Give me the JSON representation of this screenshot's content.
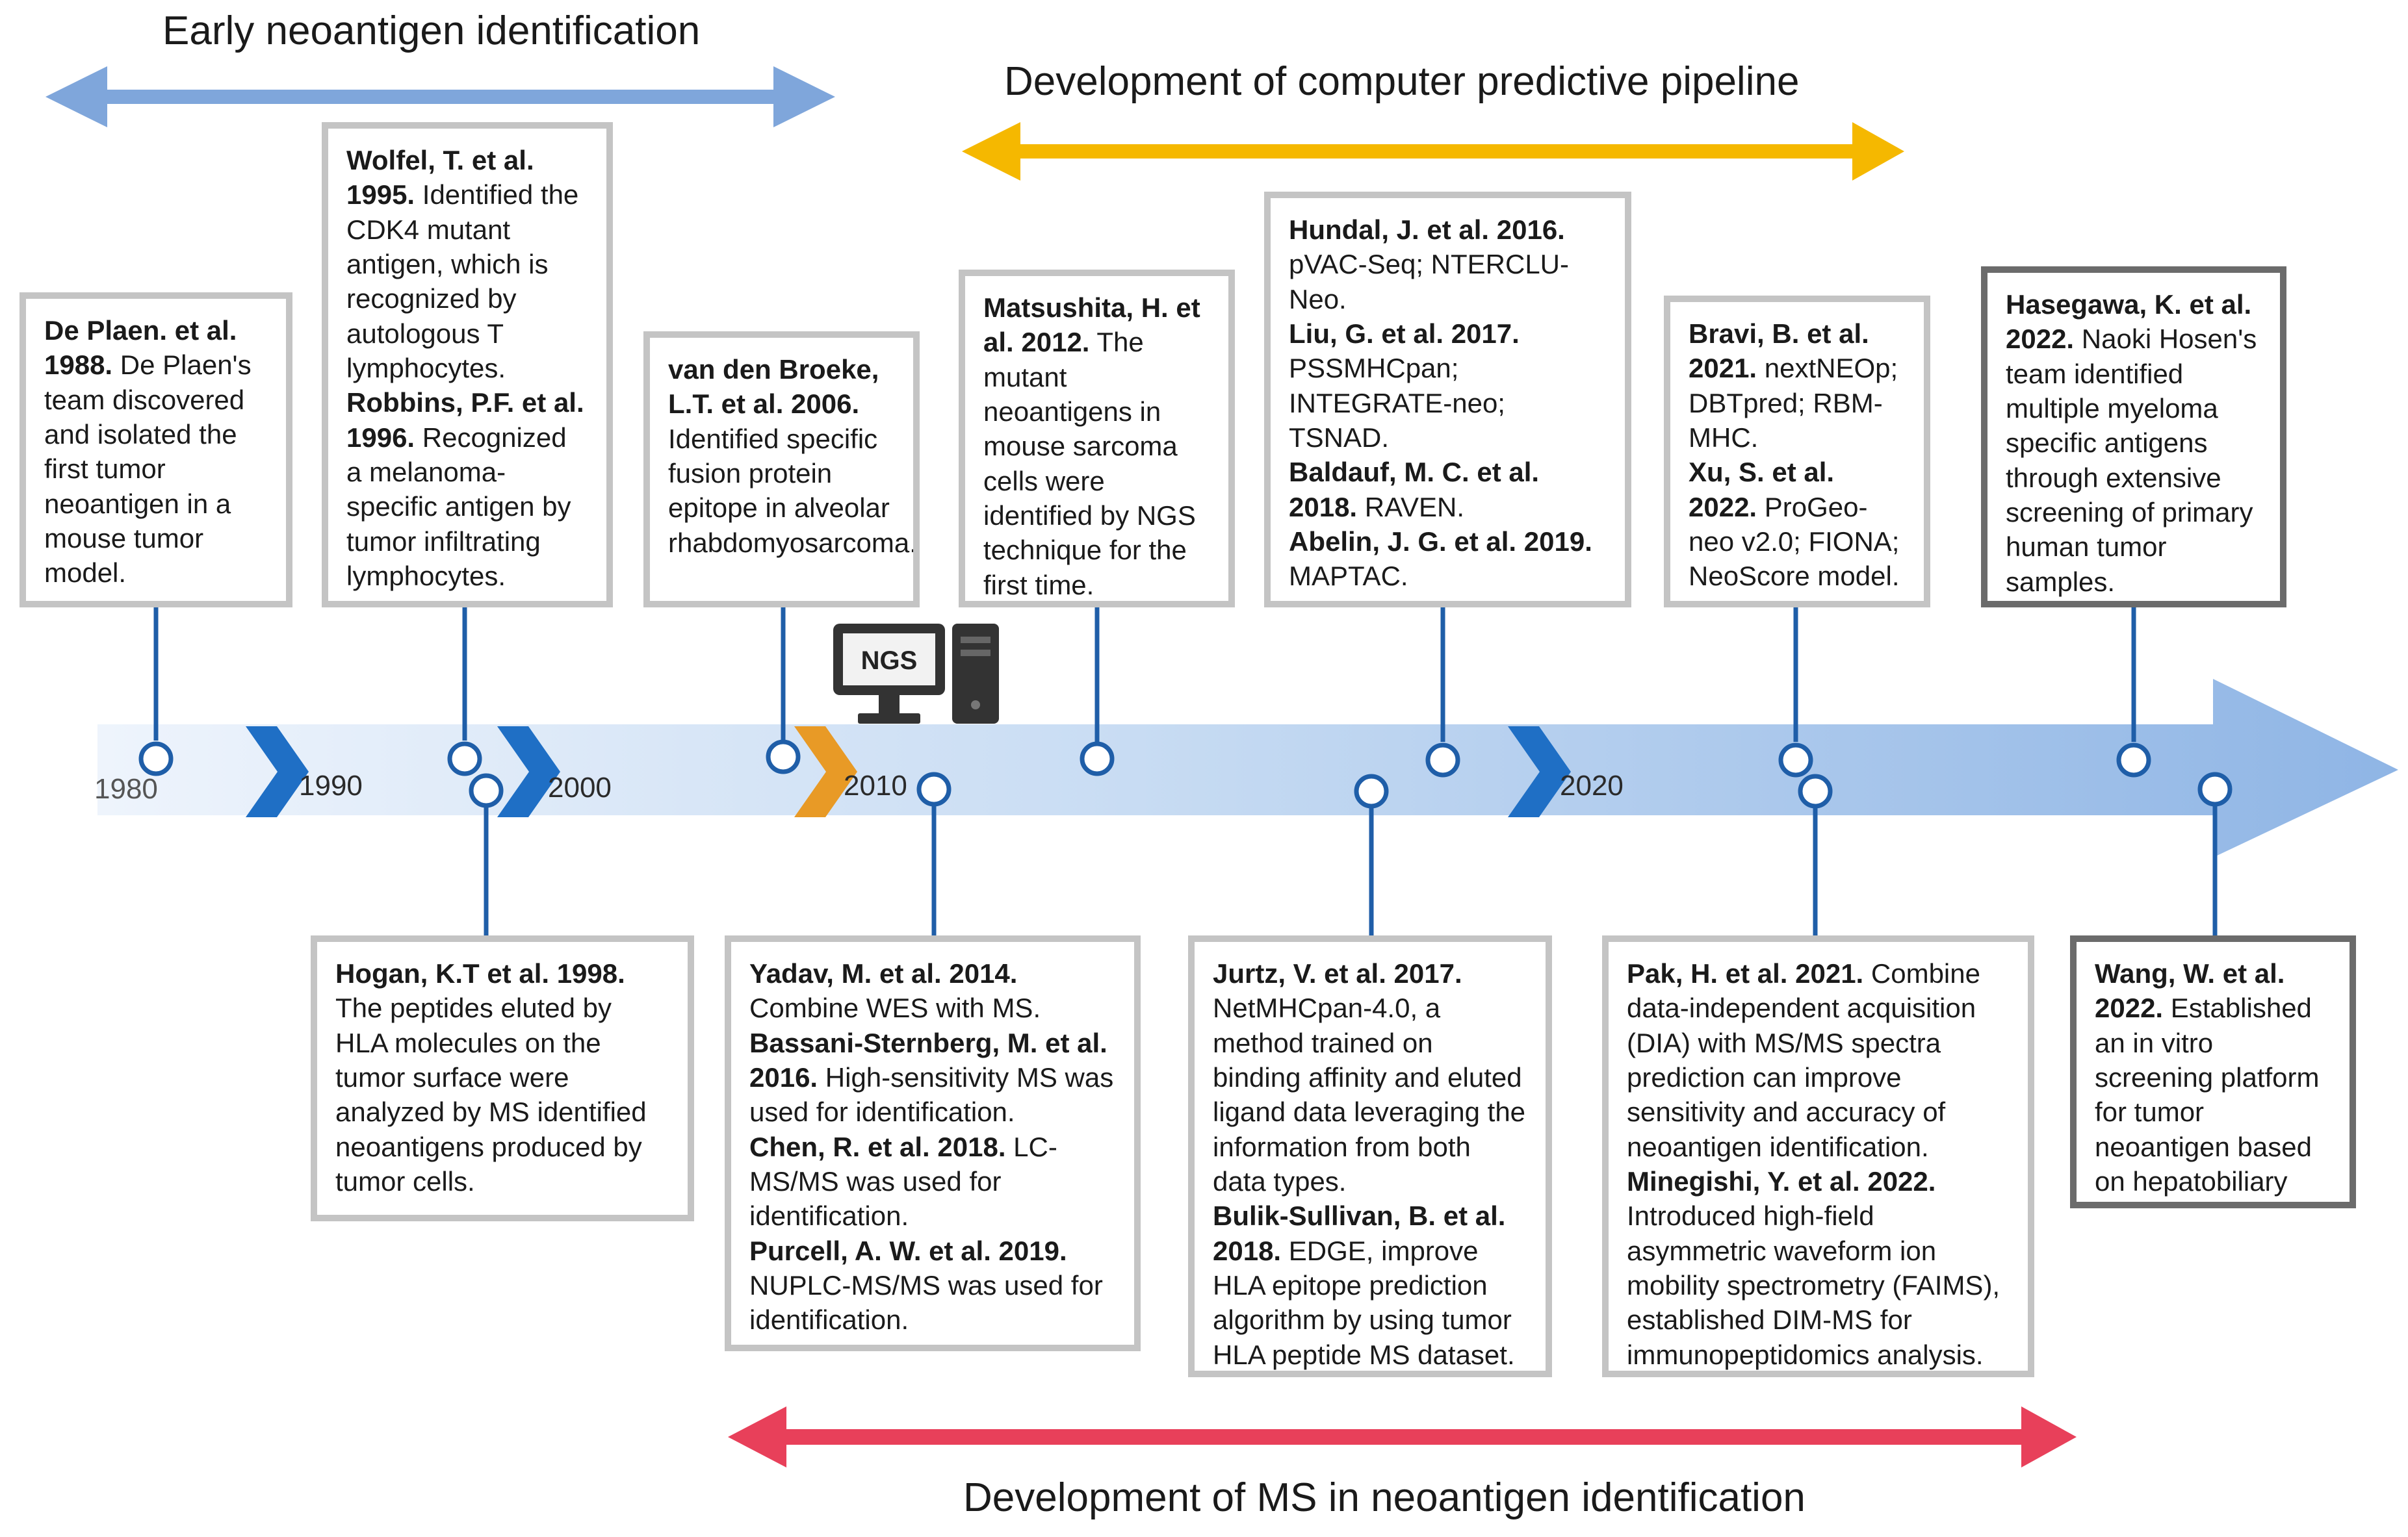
{
  "phases": {
    "early": "Early neoantigen identification",
    "computer": "Development of computer predictive pipeline",
    "ms": "Development of MS in neoantigen identification"
  },
  "years": {
    "y1980": "1980",
    "y1990": "1990",
    "y2000": "2000",
    "y2010": "2010",
    "y2020": "2020"
  },
  "icon": {
    "ngs_label": "NGS"
  },
  "colors": {
    "early_arrow": "#7fa6db",
    "computer_arrow": "#f5b800",
    "ms_arrow": "#e8405a",
    "timeline": "#9dc0ea",
    "chevron_blue": "#1f6fc5",
    "chevron_orange": "#e89a26",
    "connector": "#1f5ea8"
  },
  "boxes": {
    "deplaen": {
      "entries": [
        {
          "bold": "De Plaen. et al. 1988.",
          "text": " De Plaen's team discovered and isolated the first tumor neoantigen in a mouse tumor model."
        }
      ]
    },
    "wolfel": {
      "entries": [
        {
          "bold": "Wolfel, T. et al. 1995.",
          "text": " Identified the CDK4 mutant antigen, which is recognized by autologous T lymphocytes."
        },
        {
          "bold": "Robbins, P.F. et al. 1996.",
          "text": " Recognized a melanoma-specific antigen by tumor infiltrating lymphocytes."
        }
      ]
    },
    "hogan": {
      "entries": [
        {
          "bold": "Hogan, K.T et al. 1998.",
          "text": " The peptides eluted by HLA molecules on the tumor surface were analyzed by MS identified neoantigens produced by tumor cells."
        }
      ]
    },
    "vandenbroeke": {
      "entries": [
        {
          "bold": "van den Broeke, L.T. et al. 2006.",
          "text": " Identified specific fusion protein epitope in alveolar rhabdomyosarcoma."
        }
      ]
    },
    "matsushita": {
      "entries": [
        {
          "bold": "Matsushita, H. et al. 2012.",
          "text": " The mutant neoantigens in mouse sarcoma cells were identified by NGS technique for the first time."
        }
      ]
    },
    "yadav": {
      "entries": [
        {
          "bold": "Yadav, M. et al. 2014.",
          "text": " Combine WES with MS."
        },
        {
          "bold": "Bassani-Sternberg, M. et al. 2016.",
          "text": " High-sensitivity MS was used for identification."
        },
        {
          "bold": "Chen, R. et al. 2018.",
          "text": " LC-MS/MS was used for identification."
        },
        {
          "bold": "Purcell, A. W. et al. 2019.",
          "text": " NUPLC-MS/MS was used for identification."
        }
      ]
    },
    "hundal": {
      "entries": [
        {
          "bold": "Hundal, J. et al. 2016.",
          "text": " pVAC-Seq; NTERCLU-Neo."
        },
        {
          "bold": "Liu, G. et al. 2017.",
          "text": " PSSMHCpan; INTEGRATE-neo; TSNAD."
        },
        {
          "bold": "Baldauf, M. C. et al. 2018.",
          "text": " RAVEN."
        },
        {
          "bold": "Abelin, J. G. et al. 2019.",
          "text": " MAPTAC."
        }
      ]
    },
    "jurtz": {
      "entries": [
        {
          "bold": "Jurtz, V. et al. 2017.",
          "text": " NetMHCpan-4.0, a method trained on binding affinity and eluted ligand data leveraging the information from both data types."
        },
        {
          "bold": "Bulik-Sullivan, B. et al. 2018.",
          "text": " EDGE, improve HLA epitope prediction algorithm by using tumor HLA peptide MS dataset."
        }
      ]
    },
    "bravi": {
      "entries": [
        {
          "bold": "Bravi, B. et al. 2021.",
          "text": " nextNEOp; DBTpred; RBM-MHC."
        },
        {
          "bold": "Xu, S. et al. 2022.",
          "text": " ProGeo-neo v2.0; FIONA; NeoScore model."
        }
      ]
    },
    "pak": {
      "entries": [
        {
          "bold": "Pak, H. et al. 2021.",
          "text": " Combine data-independent acquisition (DIA) with MS/MS spectra prediction can improve sensitivity and accuracy of neoantigen identification."
        },
        {
          "bold": "Minegishi, Y. et al. 2022.",
          "text": " Introduced high-field asymmetric waveform ion mobility spectrometry (FAIMS), established DIM-MS for immunopeptidomics analysis."
        }
      ]
    },
    "hasegawa": {
      "entries": [
        {
          "bold": "Hasegawa, K. et al. 2022.",
          "text": " Naoki Hosen's team identified multiple myeloma specific antigens through extensive screening of primary human tumor samples."
        }
      ]
    },
    "wang": {
      "entries": [
        {
          "bold": "Wang, W. et al. 2022.",
          "text": " Established an in vitro screening platform for tumor neoantigen based on hepatobiliary tumor organoids."
        }
      ]
    }
  }
}
